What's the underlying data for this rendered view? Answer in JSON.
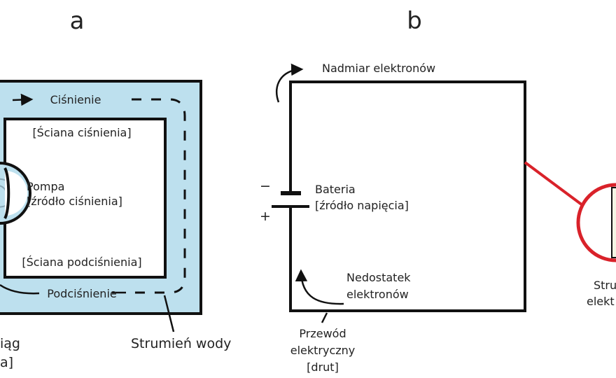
{
  "panel_a": {
    "letter": "a",
    "pressure": "Ciśnienie",
    "pressure_wall": "[Ściana ciśnienia]",
    "pump_line1": "Pompa",
    "pump_line2": "[źródło ciśnienia]",
    "vacuum_wall": "[Ściana podciśnienia]",
    "vacuum": "Podciśnienie",
    "water_stream": "Strumień wody",
    "cut_left_line1": "iąg",
    "cut_left_line2": "a]"
  },
  "panel_b": {
    "letter": "b",
    "excess": "Nadmiar elektronów",
    "minus": "−",
    "plus": "+",
    "battery_line1": "Bateria",
    "battery_line2": "[źródło napięcia]",
    "deficit_line1": "Nedostatek",
    "deficit_line2": "elektronów",
    "wire_line1": "Przewód",
    "wire_line2": "elektryczny",
    "wire_line3": "[drut]",
    "cut_right_line1": "Stru",
    "cut_right_line2": "elekt"
  },
  "colors": {
    "water": "#bde0ee",
    "stroke": "#111111",
    "red": "#d9222a",
    "magnifier_fill": "#f4f6e4"
  }
}
